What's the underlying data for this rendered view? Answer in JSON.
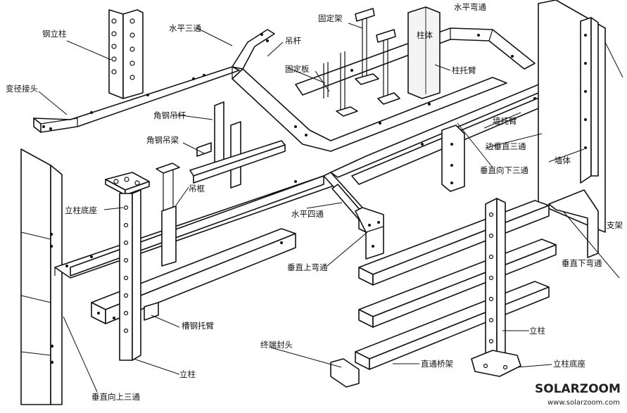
{
  "diagram": {
    "labels": {
      "steel_column": "钢立柱",
      "reducer_joint": "变径接头",
      "horizontal_tee": "水平三通",
      "hanger_rod": "吊杆",
      "fixed_frame": "固定架",
      "horizontal_elbow": "水平弯通",
      "column": "柱体",
      "fixing_plate": "固定板",
      "column_bracket": "柱托臂",
      "angle_hanger_rod": "角钢吊杆",
      "angle_hanger_beam": "角钢吊梁",
      "wall_bracket": "墙托臂",
      "edge_vertical_tee": "边垂直三通",
      "wall": "墙体",
      "vertical_down_tee": "垂直向下三通",
      "hanger_frame": "吊框",
      "column_base_left": "立柱底座",
      "horizontal_cross": "水平四通",
      "support": "支架",
      "vertical_up_elbow": "垂直上弯通",
      "vertical_down_elbow": "垂直下弯通",
      "channel_bracket": "槽钢托臂",
      "column_right": "立柱",
      "end_cap": "终端封头",
      "straight_tray": "直通桥架",
      "column_base_right": "立柱底座",
      "column_bottom": "立柱",
      "vertical_up_tee": "垂直向上三通"
    },
    "watermark": {
      "brand": "SOLARZOOM",
      "url": "www.solarzoom.com"
    }
  }
}
